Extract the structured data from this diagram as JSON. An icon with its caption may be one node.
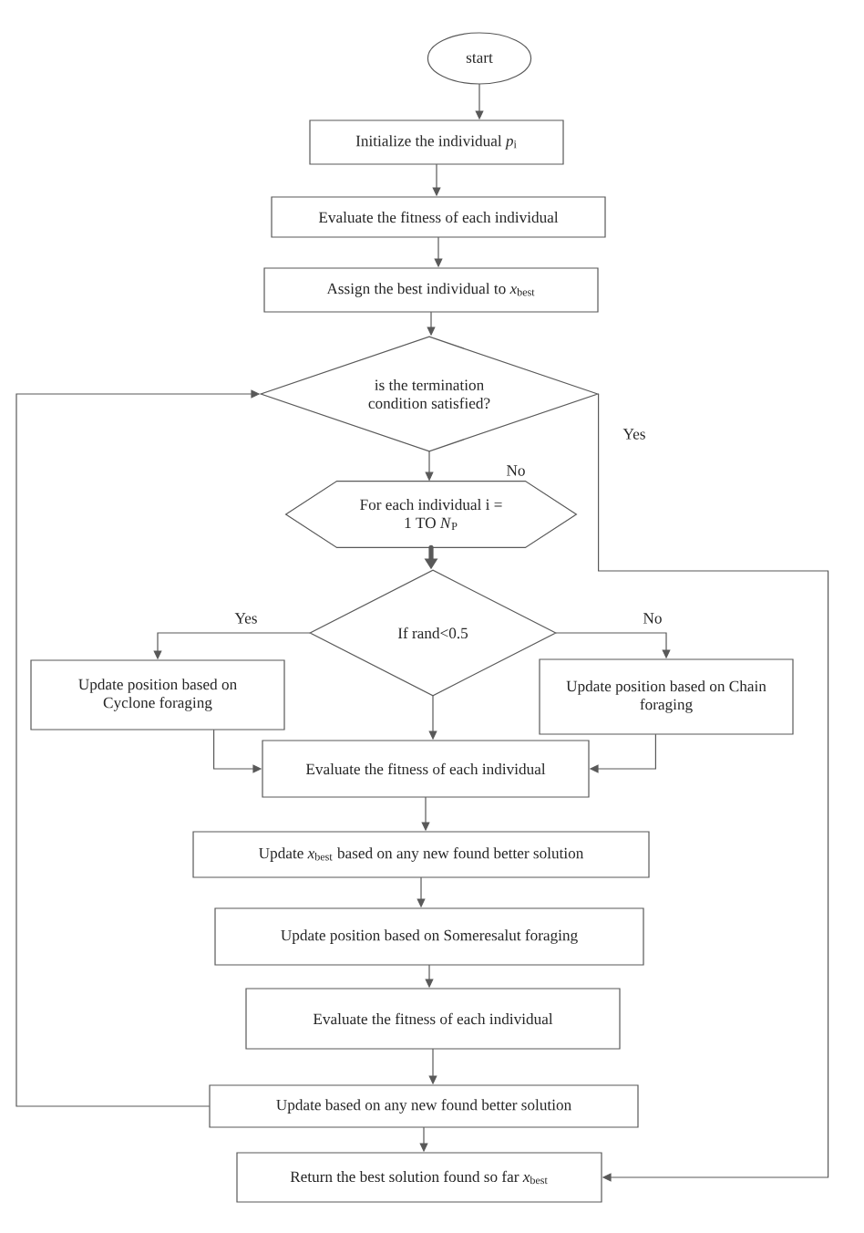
{
  "diagram": {
    "nodes": [
      {
        "text": [
          "start"
        ]
      },
      {
        "text": [
          "Initialize the individual *p*$_{i}$"
        ]
      },
      {
        "text": [
          "Evaluate the fitness of each individual"
        ]
      },
      {
        "text": [
          "Assign the best individual to *x*$_{best}$"
        ]
      },
      {
        "text": [
          "is the termination condition satisfied?"
        ]
      },
      {
        "text": [
          "For each individual i = 1 TO *N*$_{P}$"
        ]
      },
      {
        "text": [
          "If rand<0.5"
        ]
      },
      {
        "text": [
          "Update position based on Cyclone foraging"
        ]
      },
      {
        "text": [
          "Update position based on Chain foraging"
        ]
      },
      {
        "text": [
          "Evaluate the fitness of each individual"
        ]
      },
      {
        "text": [
          "Update *x*$_{best}$ based on any new found better solution"
        ]
      },
      {
        "text": [
          "Update position based on Someresalut foraging"
        ]
      },
      {
        "text": [
          "Evaluate the fitness of each individual"
        ]
      },
      {
        "text": [
          "Update based on any new found better solution"
        ]
      },
      {
        "text": [
          "Return the best solution found so far *x*$_{best}$"
        ]
      }
    ],
    "edges": [
      {
        "from": 0,
        "to": 1,
        "arrow": "to"
      },
      {
        "from": 1,
        "to": 2,
        "arrow": "to"
      },
      {
        "from": 2,
        "to": 3,
        "arrow": "to"
      },
      {
        "from": 3,
        "to": 4,
        "arrow": "to"
      },
      {
        "from": 4,
        "to": 5,
        "arrow": "to",
        "label": "No"
      },
      {
        "from": 5,
        "to": 6,
        "arrow": "to",
        "style": "thick"
      },
      {
        "from": 6,
        "to": 7,
        "arrow": "to",
        "label": "Yes"
      },
      {
        "from": 6,
        "to": 8,
        "arrow": "to",
        "label": "No"
      },
      {
        "from": 6,
        "to": 9,
        "arrow": "to"
      },
      {
        "from": 7,
        "to": 9,
        "arrow": "to"
      },
      {
        "from": 8,
        "to": 9,
        "arrow": "to"
      },
      {
        "from": 9,
        "to": 10,
        "arrow": "to"
      },
      {
        "from": 10,
        "to": 11,
        "arrow": "to"
      },
      {
        "from": 11,
        "to": 12,
        "arrow": "to"
      },
      {
        "from": 12,
        "to": 13,
        "arrow": "to"
      },
      {
        "from": 13,
        "to": 14,
        "arrow": "to"
      },
      {
        "from": 13,
        "to": 4,
        "arrow": "to"
      },
      {
        "from": 4,
        "to": 14,
        "arrow": "to",
        "label": "Yes"
      }
    ]
  }
}
